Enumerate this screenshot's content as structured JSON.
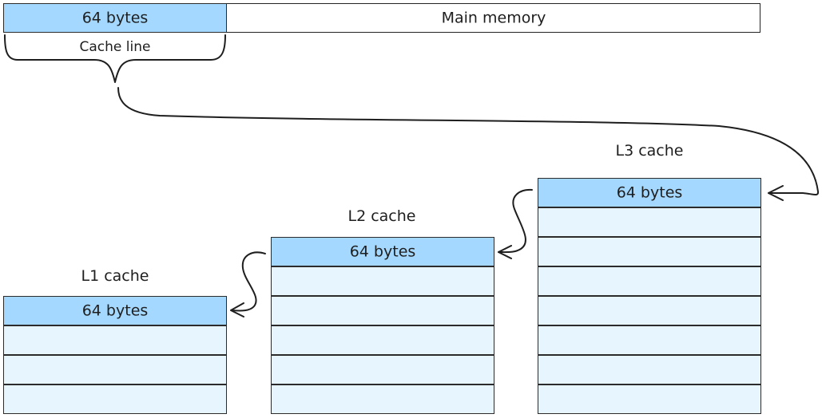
{
  "main_memory": {
    "cache_line_label": "64 bytes",
    "label": "Main memory",
    "brace_label": "Cache line"
  },
  "caches": [
    {
      "name": "L1 cache",
      "line_label": "64 bytes",
      "rows": 4
    },
    {
      "name": "L2 cache",
      "line_label": "64 bytes",
      "rows": 6
    },
    {
      "name": "L3 cache",
      "line_label": "64 bytes",
      "rows": 8
    }
  ],
  "colors": {
    "highlight": "#a5d8ff",
    "row_fill": "#e7f5ff",
    "stroke": "#1e1e1e",
    "background": "#ffffff"
  }
}
